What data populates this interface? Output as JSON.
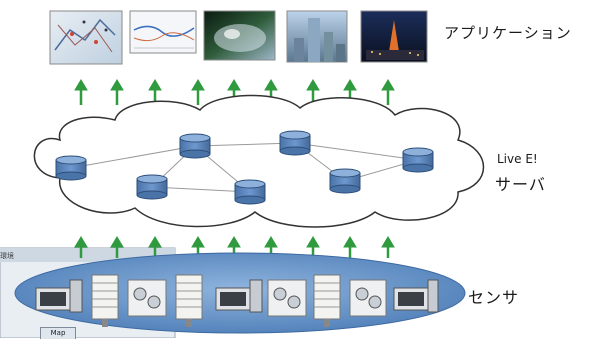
{
  "labels": {
    "applications": "アプリケーション",
    "platform_name": "Live E!",
    "server": "サーバ",
    "sensors": "センサ"
  },
  "background_window": {
    "tab_label": "Map",
    "corner_text": "環境"
  },
  "colors": {
    "arrow": "#2f9a3e",
    "db_fill": "#5b86bf",
    "cloud_edge": "#333333",
    "sensor_ellipse": "#5f8fc6"
  }
}
